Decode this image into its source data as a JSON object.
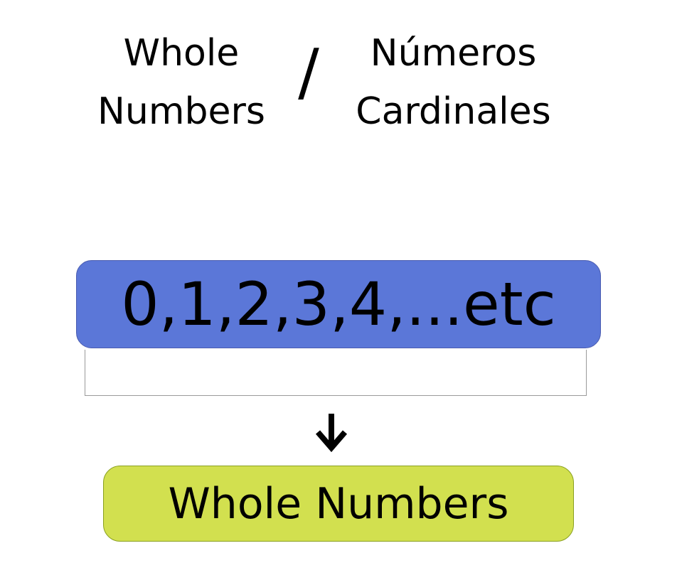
{
  "title": {
    "english": [
      "Whole",
      "Numbers"
    ],
    "separator": "/",
    "spanish": [
      "Números",
      "Cardinales"
    ]
  },
  "numbers_box": {
    "text": "0,1,2,3,4,...etc",
    "color": "#5b77d8"
  },
  "arrow": {
    "icon": "down-arrow-icon"
  },
  "result_box": {
    "text": "Whole Numbers",
    "color": "#d2e04f"
  }
}
